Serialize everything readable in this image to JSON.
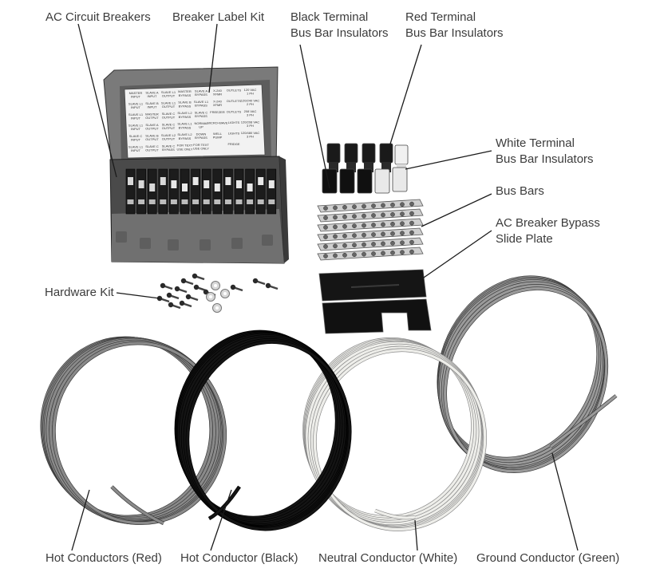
{
  "labels": {
    "ac_circuit_breakers": "AC Circuit Breakers",
    "breaker_label_kit": "Breaker Label Kit",
    "black_terminal_1": "Black Terminal",
    "black_terminal_2": "Bus Bar Insulators",
    "red_terminal_1": "Red Terminal",
    "red_terminal_2": "Bus Bar Insulators",
    "white_terminal_1": "White Terminal",
    "white_terminal_2": "Bus Bar Insulators",
    "bus_bars": "Bus Bars",
    "bypass_1": "AC Breaker Bypass",
    "bypass_2": "Slide Plate",
    "hardware_kit": "Hardware Kit",
    "hot_red": "Hot Conductors (Red)",
    "hot_black": "Hot Conductor (Black)",
    "neutral_white": "Neutral Conductor (White)",
    "ground_green": "Ground Conductor (Green)"
  },
  "breaker_card": [
    [
      "MASTER INPUT",
      "SLAVE A INPUT",
      "SLAVE L1 OUTPUT",
      "MASTER BYPASS",
      "SLAVE A BYPASS",
      "X-240 XFMR",
      "OUTLETS",
      "120 VAC 1 PH"
    ],
    [
      "SLAVE L1 INPUT",
      "SLAVE B INPUT",
      "SLAVE L1 OUTPUT",
      "SLAVE B BYPASS",
      "SLAVE L1 BYPASS",
      "X-240 XFMR",
      "OUTLETS",
      "120/240 VAC 2 PH"
    ],
    [
      "SLAVE L1 INPUT",
      "MASTER OUTPUT",
      "SLAVE C OUTPUT",
      "SLAVE L2 BYPASS",
      "SLAVE C BYPASS",
      "FREEZER",
      "OUTLETS",
      "208 VAC 3 PH"
    ],
    [
      "SLAVE L1 INPUT",
      "SLAVE A OUTPUT",
      "SLAVE C OUTPUT",
      "SLAVE L1 BYPASS",
      "NORMAL UP",
      "MICRO-WAVE",
      "LIGHTS",
      "120/208 VAC 3 PH"
    ],
    [
      "SLAVE C INPUT",
      "SLAVE B OUTPUT",
      "SLAVE L2 OUTPUT",
      "SLAVE L2 BYPASS",
      "DOWN BYPASS",
      "WELL PUMP",
      "LIGHTS",
      "120/480 VAC 3 PH"
    ],
    [
      "SLAVE L1 INPUT",
      "SLAVE C OUTPUT",
      "SLAVE C BYPASS",
      "FOR TEXT USE ONLY",
      "FOR TEXT USE ONLY",
      "",
      "FRIDGE",
      ""
    ]
  ],
  "colors": {
    "text": "#3c3c3c",
    "leader": "#1a1a1a",
    "wire_red": "#8a8a8a",
    "wire_black": "#141414",
    "wire_white": "#eeeeea",
    "wire_green": "#9a9a9a",
    "box": "#6e6e6e"
  }
}
